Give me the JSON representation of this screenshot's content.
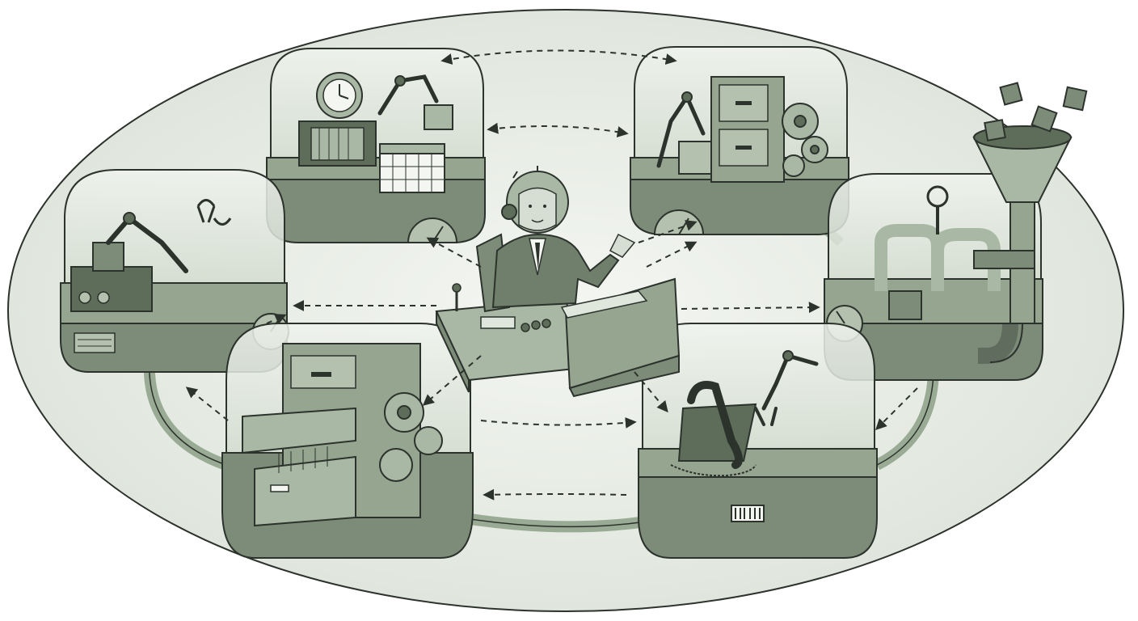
{
  "palette": {
    "background": "#ffffff",
    "platform": "#e4e9e2",
    "ink": "#2c322c",
    "base_dark": "#7d8c78",
    "base_mid": "#95a590",
    "base_light": "#b3c1ae",
    "dome_glass": "#dfe6dc",
    "machine_dark": "#5e6d5a",
    "machine_light": "#a9b8a4",
    "pipe": "#9aab95",
    "operator_suit": "#6f7f6b",
    "operator_skin": "#d6ddd3"
  },
  "center": {
    "figure": "operator-in-helmet",
    "props": [
      "control-desk",
      "keyboard",
      "joystick",
      "knobs"
    ]
  },
  "modules": [
    {
      "id": "scheduler",
      "machines": [
        "clock-icon",
        "robot-arm-icon",
        "file-sorter-icon",
        "calendar-icon",
        "dial-gauge-icon"
      ]
    },
    {
      "id": "filing-automation",
      "machines": [
        "robot-arm-icon",
        "file-cabinet-icon",
        "gear-icon",
        "dial-gauge-icon"
      ]
    },
    {
      "id": "assembly-robot",
      "machines": [
        "robot-arm-icon",
        "gripper-claw-icon",
        "control-panel-icon",
        "dial-gauge-icon"
      ]
    },
    {
      "id": "intake-funnel",
      "machines": [
        "funnel-icon",
        "data-cube-icon",
        "pipe-valve-icon",
        "dial-gauge-icon"
      ]
    },
    {
      "id": "archive-storage",
      "machines": [
        "file-cabinet-icon",
        "file-drawer-icon",
        "gear-icon"
      ]
    },
    {
      "id": "communications",
      "machines": [
        "telephone-icon",
        "robot-arm-icon",
        "barcode-icon"
      ]
    }
  ],
  "connections": {
    "dashed_arrows": 13,
    "solid_pipes": 4
  }
}
